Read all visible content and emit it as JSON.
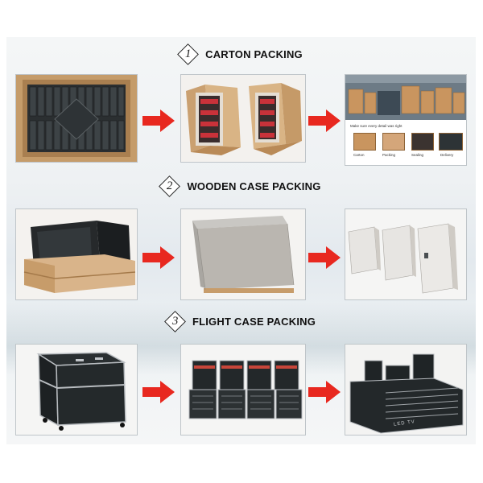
{
  "sections": [
    {
      "number": "1",
      "title": "CARTON PACKING"
    },
    {
      "number": "2",
      "title": "WOODEN CASE PACKING"
    },
    {
      "number": "3",
      "title": "FLIGHT CASE PACKING"
    }
  ],
  "carton_detail": {
    "caption": "Make sure every detail was right",
    "steps": [
      "Carton",
      "Packing",
      "Sealing",
      "Delivery"
    ]
  },
  "flight_case_brand": "LED TV",
  "colors": {
    "arrow": "#e8281f",
    "carton": "#c9955f",
    "plywood": "#d8b48a",
    "case_black": "#1e2224",
    "metal": "#b8bcc0"
  }
}
